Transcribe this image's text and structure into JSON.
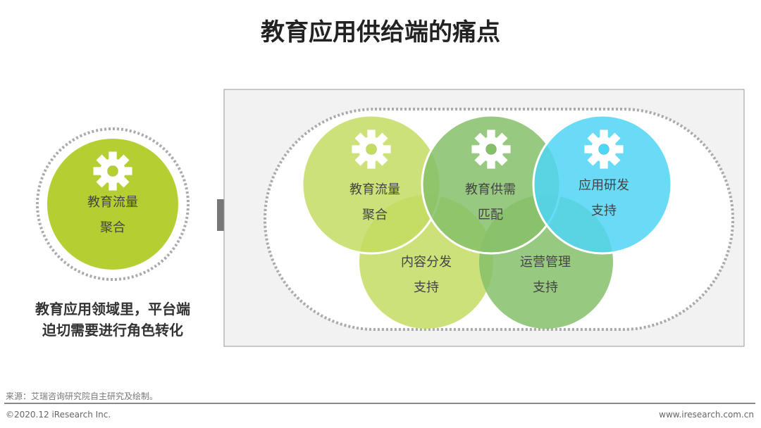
{
  "title": "教育应用供给端的痛点",
  "left_node": {
    "label_line1": "教育流量",
    "label_line2": "聚合",
    "icon": "gear-icon",
    "color": "#b5cf33"
  },
  "caption": {
    "line1": "教育应用领域里，平台端",
    "line2": "迫切需要进行角色转化"
  },
  "circles": [
    {
      "line1": "教育流量",
      "line2": "聚合",
      "icon": "gear-icon",
      "color": "#c3dc62"
    },
    {
      "line1": "教育供需",
      "line2": "匹配",
      "icon": "gear-icon",
      "color": "#86bf6a"
    },
    {
      "line1": "应用研发",
      "line2": "支持",
      "icon": "gear-icon",
      "color": "#4fd5f5"
    },
    {
      "line1": "内容分发",
      "line2": "支持",
      "color": "#c3dc62"
    },
    {
      "line1": "运营管理",
      "line2": "支持",
      "color": "#86bf6a"
    }
  ],
  "footer": {
    "source": "来源：艾瑞咨询研究院自主研究及绘制。",
    "copyright": "©2020.12 iResearch Inc.",
    "website": "www.iresearch.com.cn"
  }
}
